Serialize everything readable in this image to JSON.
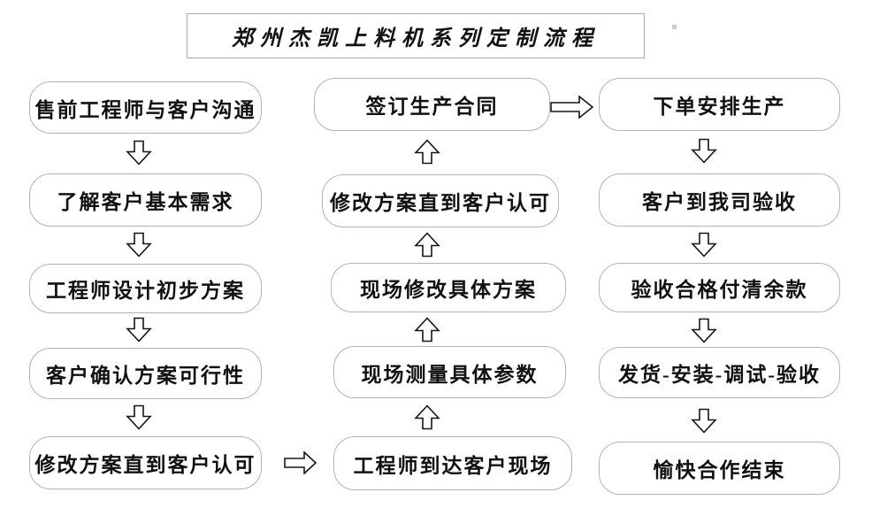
{
  "title": "郑州杰凯上料机系列定制流程",
  "columns": {
    "left": {
      "nodes": [
        "售前工程师与客户沟通",
        "了解客户基本需求",
        "工程师设计初步方案",
        "客户确认方案可行性",
        "修改方案直到客户认可"
      ],
      "flow_direction": "top-to-bottom"
    },
    "middle": {
      "nodes": [
        "签订生产合同",
        "修改方案直到客户认可",
        "现场修改具体方案",
        "现场测量具体参数",
        "工程师到达客户现场"
      ],
      "flow_direction": "bottom-to-top"
    },
    "right": {
      "nodes": [
        "下单安排生产",
        "客户到我司验收",
        "验收合格付清余款",
        "发货-安装-调试-验收",
        "愉快合作结束"
      ],
      "flow_direction": "top-to-bottom"
    }
  },
  "connectors": {
    "left_bottom_to_middle_bottom": "right-arrow",
    "middle_top_to_right_top": "right-arrow"
  },
  "colors": {
    "background": "#ffffff",
    "box_border": "#b3b3b3",
    "title_border": "#a9a9a9",
    "text": "#111111",
    "arrow_outline": "#161616",
    "arrow_fill": "#ffffff"
  }
}
